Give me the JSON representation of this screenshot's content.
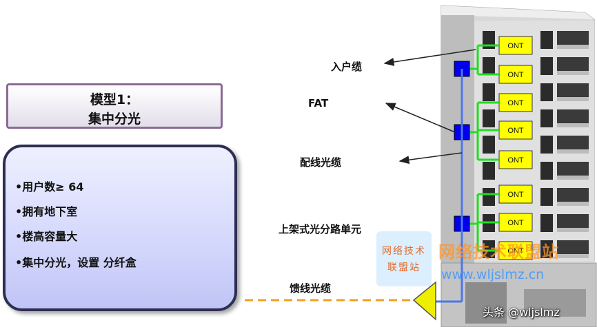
{
  "model_box": {
    "line1": "模型1：",
    "line2": "集中分光"
  },
  "features": [
    "•用户数≥ 64",
    "•拥有地下室",
    "•楼高容量大",
    "•集中分光，设置 分纤盒"
  ],
  "labels": {
    "drop_cable": "入户缆",
    "fat": "FAT",
    "distribution_cable": "配线光缆",
    "rack_splitter": "上架式光分路单元",
    "feeder_cable": "馈线光缆"
  },
  "ont_label": "ONT",
  "watermark": {
    "line1": "网络技术",
    "line2": "联盟站",
    "big": "网络技术联盟站",
    "url": "www.wljslmz.cn"
  },
  "credit": "头条 @wljslmz",
  "colors": {
    "ont_fill": "#ffff00",
    "fat_fill": "#0000ee",
    "fiber_green": "#22dd22",
    "feeder_orange": "#f0a020",
    "building": "#c9c9c9"
  }
}
